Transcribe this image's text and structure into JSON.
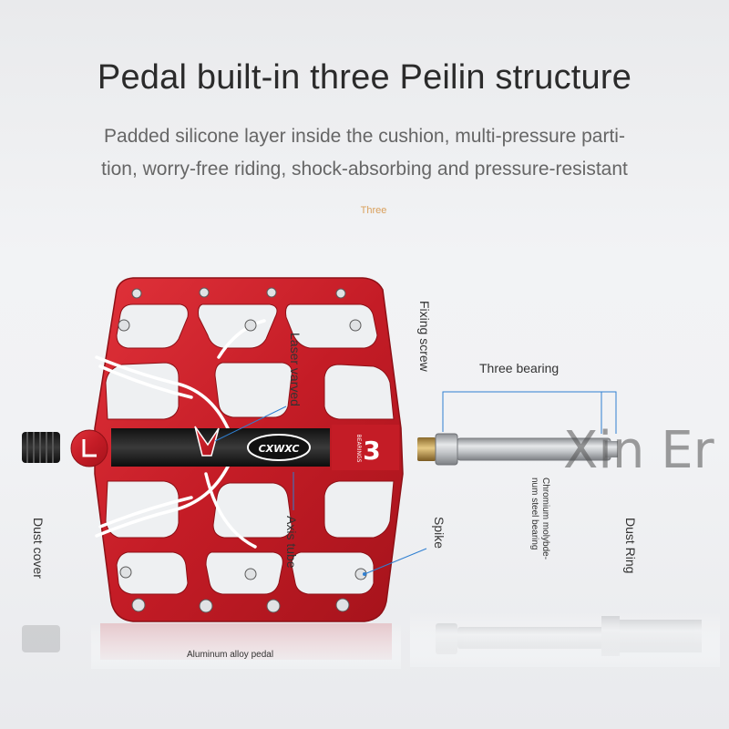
{
  "heading": {
    "title": "Pedal built-in three Peilin structure",
    "subtitle_line1": "Padded silicone layer inside the cushion, multi-pressure parti-",
    "subtitle_line2": "tion, worry-free riding, shock-absorbing and pressure-resistant",
    "small_note": "Three"
  },
  "labels": {
    "fixing_screw": "Fixing screw",
    "laser_carved": "Laser varved",
    "three_bearing": "Three bearing",
    "axis_tube": "Axis tube",
    "spike": "Spike",
    "dust_cover": "Dust cover",
    "chromium_line1": "Chromium molybde-",
    "chromium_line2": "num steel bearing",
    "dust_ring": "Dust Ring",
    "aluminum_pedal": "Aluminum alloy pedal"
  },
  "pedal": {
    "brand": "CXWXC",
    "bearing_count": "3",
    "bearing_word": "BEARINGS",
    "body_color": "#c8202a",
    "accent_color": "#ffffff"
  },
  "watermark": "Xin Er",
  "colors": {
    "callout_line": "#2f7fd1",
    "axle_metal": "#b9bcc0"
  }
}
